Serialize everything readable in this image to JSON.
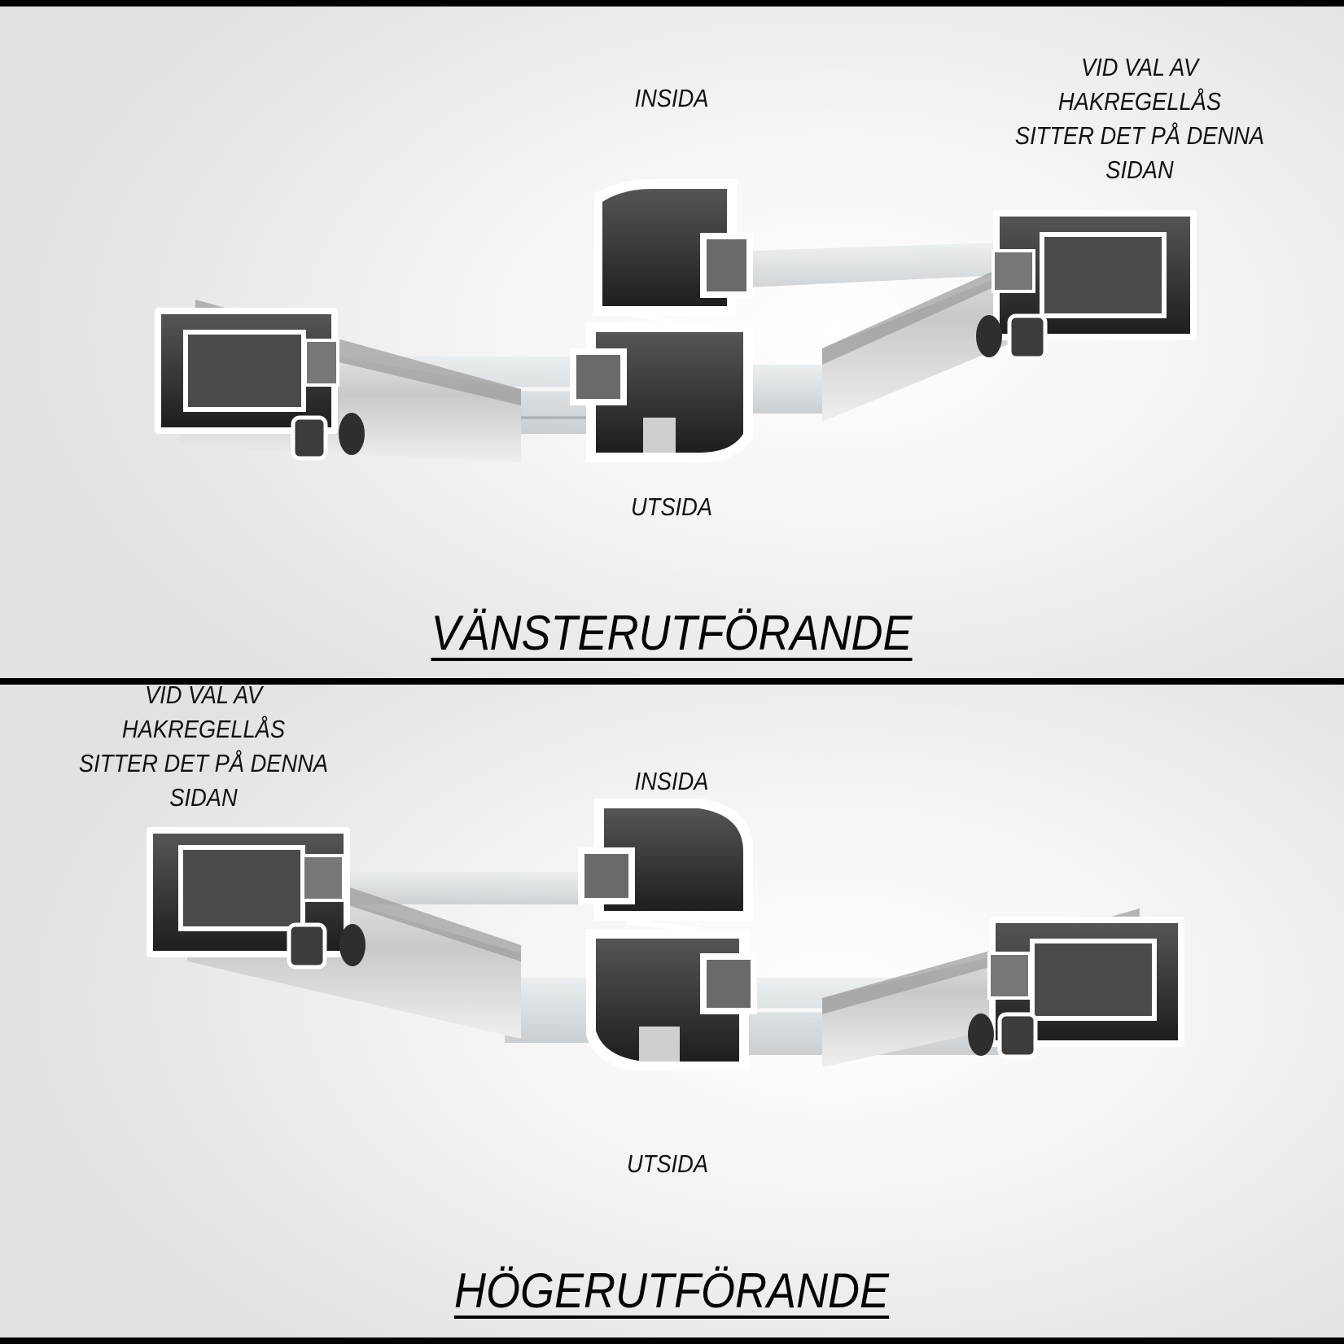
{
  "top": {
    "title": "VÄNSTERUTFÖRANDE",
    "inside_label": "INSIDA",
    "outside_label": "UTSIDA",
    "note_lines": [
      "VID VAL AV",
      "HAKREGELLÅS",
      "SITTER DET PÅ DENNA",
      "SIDAN"
    ]
  },
  "bottom": {
    "title": "HÖGERUTFÖRANDE",
    "inside_label": "INSIDA",
    "outside_label": "UTSIDA",
    "note_lines": [
      "VID VAL AV",
      "HAKREGELLÅS",
      "SITTER DET PÅ DENNA",
      "SIDAN"
    ]
  },
  "colors": {
    "profile_dark": "#3a3a3a",
    "profile_outline": "#ffffff",
    "rail_light": "#d6d6d6",
    "glass": "#cfd3d6",
    "divider": "#000000"
  }
}
